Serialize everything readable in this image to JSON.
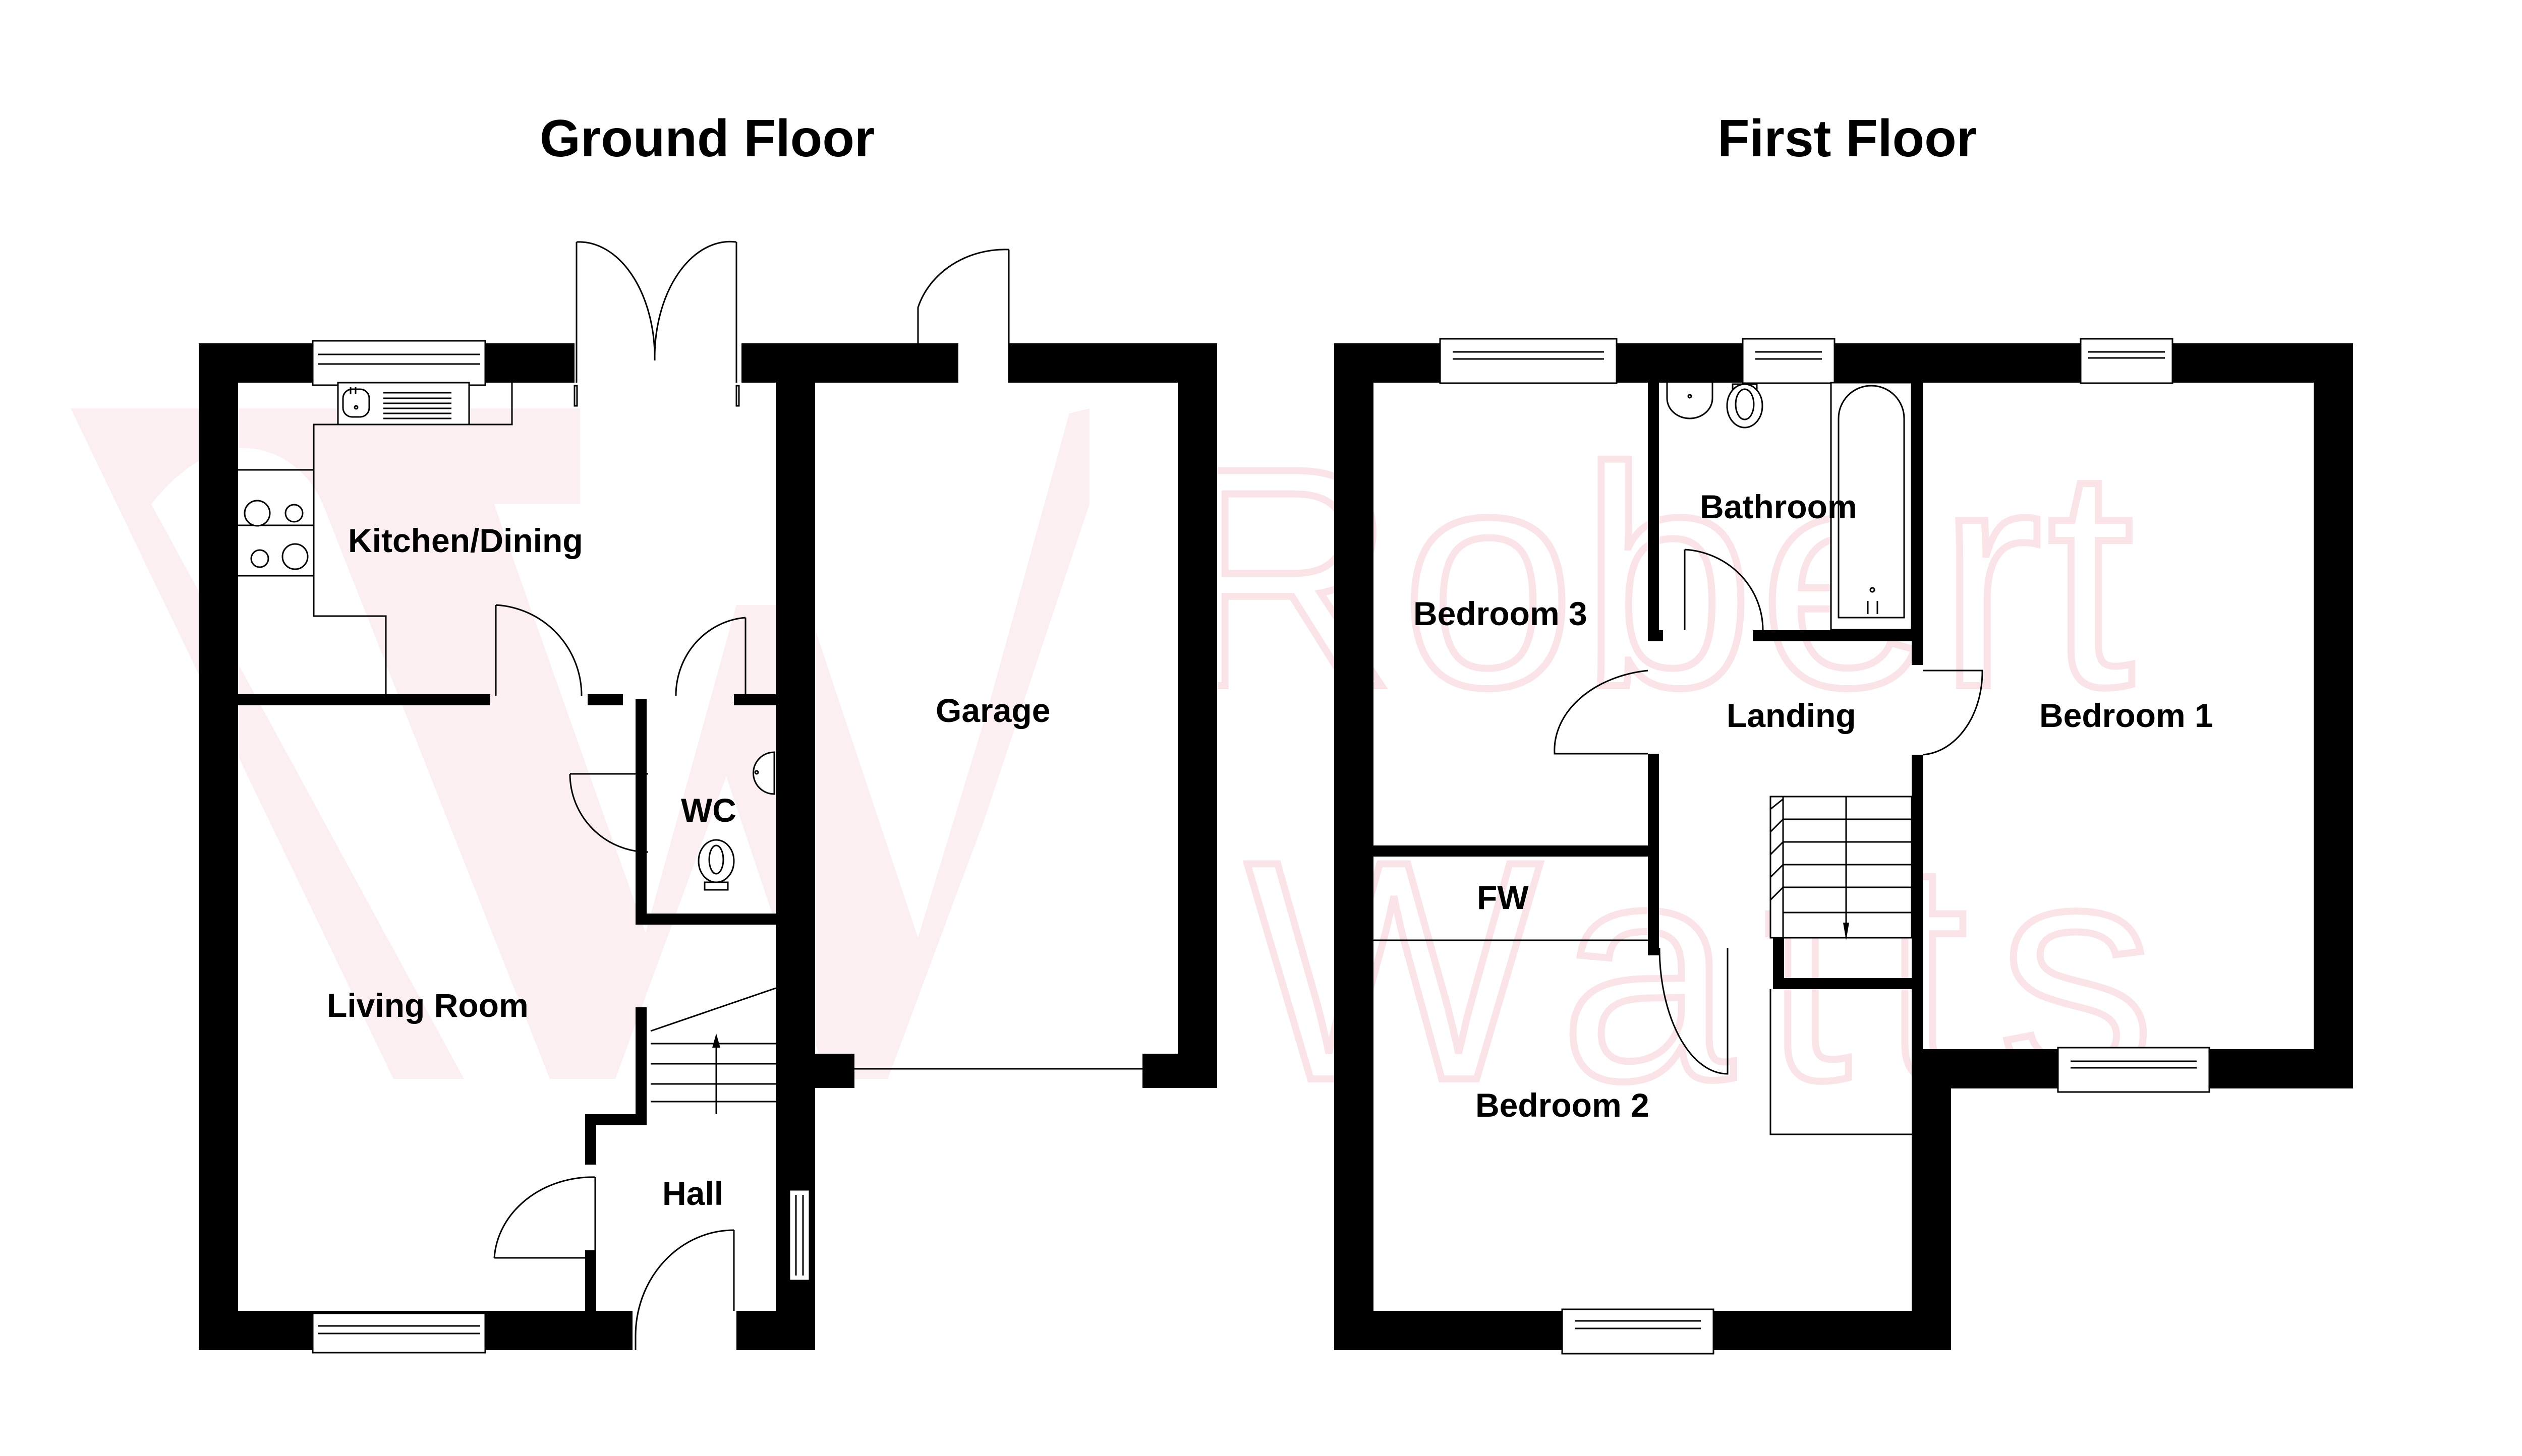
{
  "watermark": {
    "brand": "Robert Watts",
    "line1": "Robert",
    "line2": "Watts",
    "monogram": "RW",
    "color": "#fcecee"
  },
  "colors": {
    "walls": "#000000",
    "background": "#ffffff",
    "text": "#000000"
  },
  "ground_floor": {
    "title": "Ground Floor",
    "rooms": [
      {
        "id": "kitchen",
        "label": "Kitchen/Dining"
      },
      {
        "id": "garage",
        "label": "Garage"
      },
      {
        "id": "wc",
        "label": "WC"
      },
      {
        "id": "living",
        "label": "Living Room"
      },
      {
        "id": "hall",
        "label": "Hall"
      }
    ]
  },
  "first_floor": {
    "title": "First Floor",
    "rooms": [
      {
        "id": "bathroom",
        "label": "Bathroom"
      },
      {
        "id": "bedroom3",
        "label": "Bedroom 3"
      },
      {
        "id": "landing",
        "label": "Landing"
      },
      {
        "id": "bedroom1",
        "label": "Bedroom 1"
      },
      {
        "id": "fw",
        "label": "FW"
      },
      {
        "id": "bedroom2",
        "label": "Bedroom 2"
      }
    ]
  }
}
